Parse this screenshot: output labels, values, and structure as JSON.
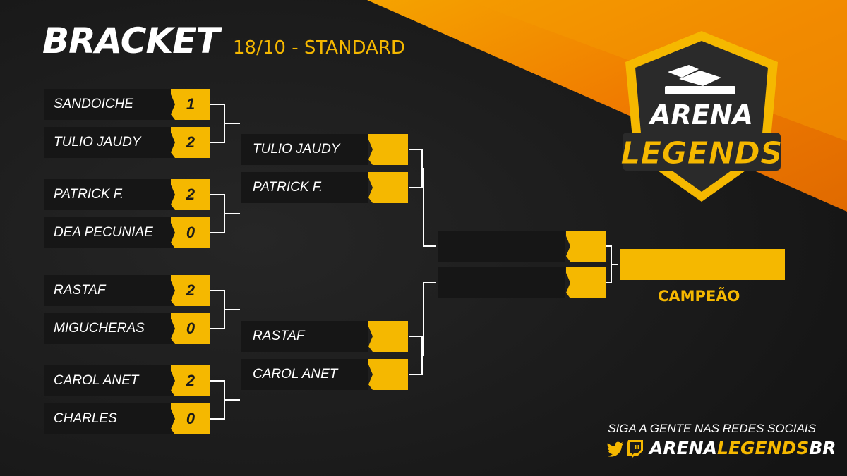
{
  "header": {
    "title": "BRACKET",
    "subtitle": "18/10 - STANDARD"
  },
  "round1": [
    {
      "name": "SANDOICHE",
      "score": "1"
    },
    {
      "name": "TULIO JAUDY",
      "score": "2"
    },
    {
      "name": "PATRICK F.",
      "score": "2"
    },
    {
      "name": "DEA PECUNIAE",
      "score": "0"
    },
    {
      "name": "RASTAF",
      "score": "2"
    },
    {
      "name": "MIGUCHERAS",
      "score": "0"
    },
    {
      "name": "CAROL ANET",
      "score": "2"
    },
    {
      "name": "CHARLES",
      "score": "0"
    }
  ],
  "round2": [
    {
      "name": "TULIO JAUDY",
      "score": ""
    },
    {
      "name": "PATRICK F.",
      "score": ""
    },
    {
      "name": "RASTAF",
      "score": ""
    },
    {
      "name": "CAROL ANET",
      "score": ""
    }
  ],
  "final": [
    {
      "name": "",
      "score": ""
    },
    {
      "name": "",
      "score": ""
    }
  ],
  "champion": {
    "name": "",
    "label": "CAMPEÃO"
  },
  "logo": {
    "line1": "ARENA",
    "line2": "LEGENDS"
  },
  "social": {
    "text": "SIGA A GENTE NAS REDES SOCIAIS",
    "handle_a": "ARENA",
    "handle_b": "LEGENDS",
    "handle_c": "BR",
    "icons": [
      "twitter-icon",
      "twitch-icon"
    ]
  },
  "colors": {
    "accent": "#f5b800",
    "orange": "#f08a00",
    "slot": "#161616",
    "background": "#1c1c1c"
  }
}
